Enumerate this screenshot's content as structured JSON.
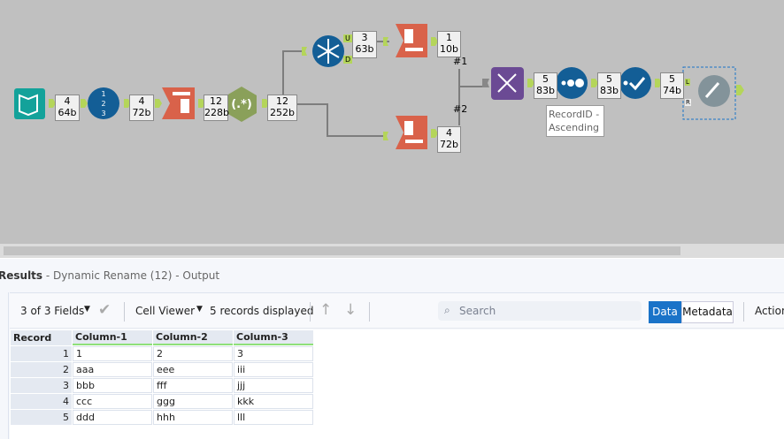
{
  "workflow": {
    "connection_boxes": [
      {
        "records": "4",
        "size": "64b"
      },
      {
        "records": "4",
        "size": "72b"
      },
      {
        "records": "12",
        "size": "228b"
      },
      {
        "records": "12",
        "size": "252b"
      },
      {
        "records": "3",
        "size": "63b"
      },
      {
        "records": "1",
        "size": "10b"
      },
      {
        "records": "4",
        "size": "72b"
      },
      {
        "records": "5",
        "size": "83b"
      },
      {
        "records": "5",
        "size": "83b"
      },
      {
        "records": "5",
        "size": "74b"
      }
    ],
    "union_labels": [
      "#1",
      "#2"
    ],
    "unique_anchors": [
      "U",
      "D"
    ],
    "rename_anchors": [
      "L",
      "R"
    ],
    "regex_label": "(.*)",
    "annotation": "RecordID - Ascending",
    "colors": {
      "canvas": "#c0c0c0",
      "teal": "#13a29a",
      "blue": "#135e96",
      "red": "#d9624a",
      "green": "#8aa05a",
      "purple": "#6b4a94",
      "gray": "#83939a",
      "anchor": "#b4d55a"
    }
  },
  "results": {
    "title_bold": "Results",
    "title_rest": " - Dynamic Rename (12) - Output",
    "fields": "3 of 3 Fields",
    "cell_viewer": "Cell Viewer",
    "records_displayed": "5 records displayed",
    "search_placeholder": "Search",
    "data_tab": "Data",
    "metadata_tab": "Metadata",
    "actions": "Actions",
    "columns": [
      "Record",
      "Column-1",
      "Column-2",
      "Column-3"
    ],
    "rows": [
      [
        "1",
        "1",
        "2",
        "3"
      ],
      [
        "2",
        "aaa",
        "eee",
        "iii"
      ],
      [
        "3",
        "bbb",
        "fff",
        "jjj"
      ],
      [
        "4",
        "ccc",
        "ggg",
        "kkk"
      ],
      [
        "5",
        "ddd",
        "hhh",
        "lll"
      ]
    ]
  }
}
